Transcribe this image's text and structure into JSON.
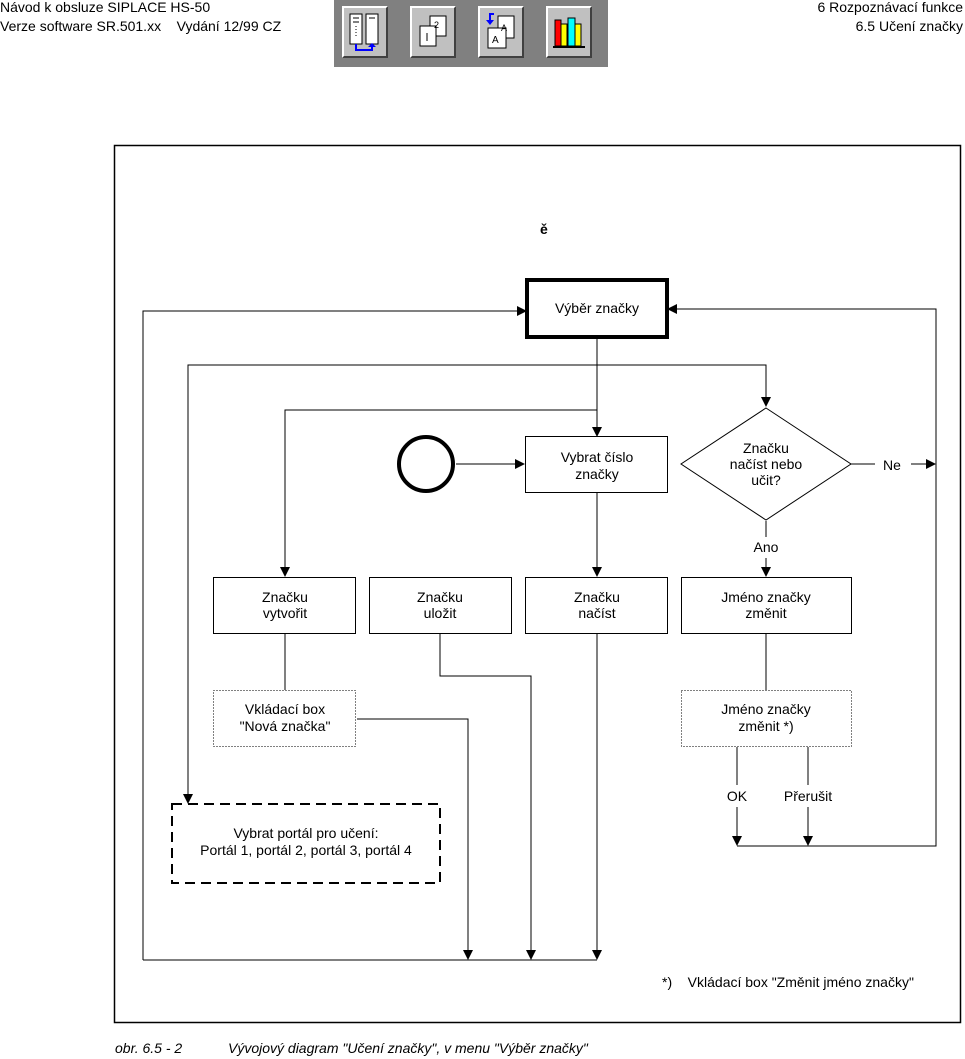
{
  "header": {
    "left_line1": "Návod k obsluze SIPLACE HS-50",
    "left_line2": "Verze software SR.501.xx    Vydání 12/99 CZ",
    "right_line1": "6 Rozpoznávací funkce",
    "right_line2": "6.5 Učení značky"
  },
  "toolbar": {
    "buttons": [
      {
        "icon": "contents-navigation-icon"
      },
      {
        "icon": "pages-icon"
      },
      {
        "icon": "back-document-icon"
      },
      {
        "icon": "library-books-icon"
      }
    ],
    "colors": {
      "background": "#808080",
      "button": "#c0c0c0",
      "arrow_blue": "#0000ff",
      "book_red": "#ff0000",
      "book_yellow": "#ffff00",
      "book_cyan": "#00ffff"
    }
  },
  "diagram": {
    "stray_char": "ě",
    "nodes": {
      "vyber_znacky": "Výběr značky",
      "vybrat_cislo_line1": "Vybrat číslo",
      "vybrat_cislo_line2": "značky",
      "decision_line1": "Značku",
      "decision_line2": "načíst nebo",
      "decision_line3": "učit?",
      "ne_label": "Ne",
      "ano_label": "Ano",
      "vytvorit_line1": "Značku",
      "vytvorit_line2": "vytvořit",
      "ulozit_line1": "Značku",
      "ulozit_line2": "uložit",
      "nacist_line1": "Značku",
      "nacist_line2": "načíst",
      "jmeno_zmenit_line1": "Jméno značky",
      "jmeno_zmenit_line2": "změnit",
      "vkladaci_line1": "Vkládací box",
      "vkladaci_line2": "\"Nová značka\"",
      "jmeno_dialog_line1": "Jméno značky",
      "jmeno_dialog_line2": "změnit *)",
      "ok_label": "OK",
      "prerusit_label": "Přerušit",
      "portal_line1": "Vybrat portál pro učení:",
      "portal_line2": "Portál 1, portál 2, portál 3, portál 4"
    },
    "footnote": "*)    Vkládací box \"Změnit jméno značky\""
  },
  "caption": {
    "number": "obr. 6.5 - 2",
    "text": "Vývojový diagram \"Učení značky\", v menu \"Výběr značky\""
  }
}
